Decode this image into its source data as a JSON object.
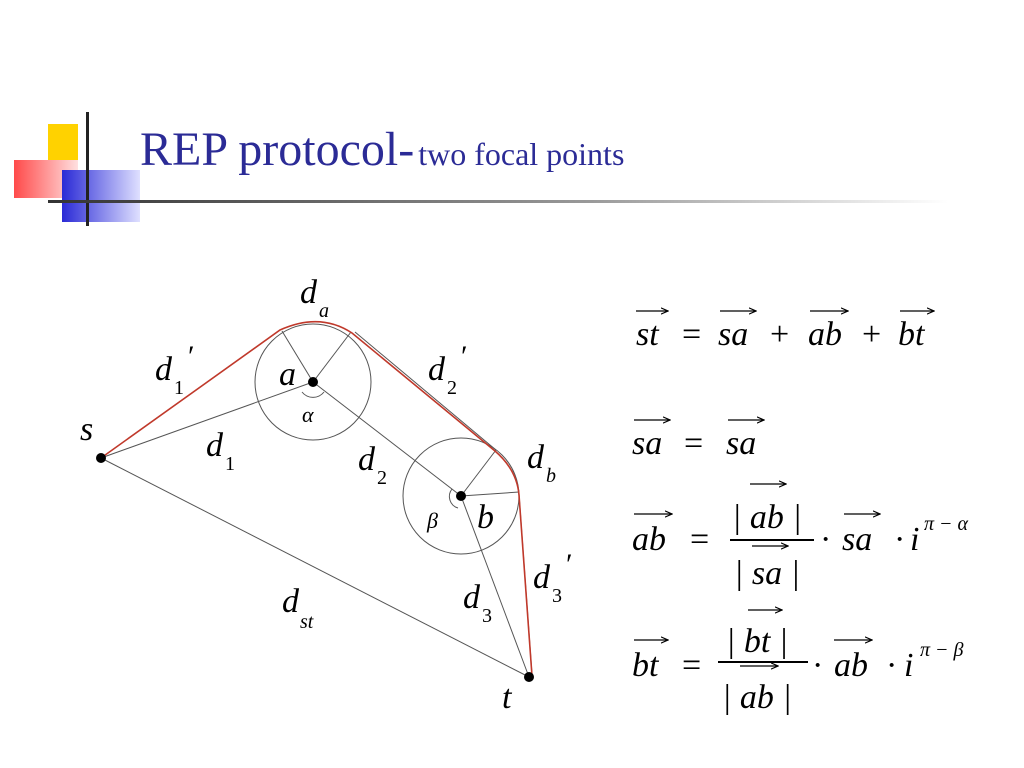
{
  "slide": {
    "title_main": "REP protocol-",
    "title_sub": "two focal points"
  },
  "diagram": {
    "labels": {
      "s": "s",
      "t": "t",
      "a": "a",
      "b": "b",
      "alpha": "α",
      "beta": "β",
      "d1": "d",
      "d1_sub": "1",
      "d2": "d",
      "d2_sub": "2",
      "d3": "d",
      "d3_sub": "3",
      "dst": "d",
      "dst_sub": "st",
      "da": "d",
      "da_sub": "a",
      "db": "d",
      "db_sub": "b",
      "d1p": "d",
      "d1p_sub": "1",
      "d1p_prime": "′",
      "d2p": "d",
      "d2p_sub": "2",
      "d2p_prime": "′",
      "d3p": "d",
      "d3p_sub": "3",
      "d3p_prime": "′"
    },
    "colors": {
      "path": "#c0392b",
      "lines": "#555555",
      "title": "#2b2b96"
    }
  },
  "equations": {
    "eq1": {
      "st": "st",
      "eq": "=",
      "sa": "sa",
      "plus1": "+",
      "ab": "ab",
      "plus2": "+",
      "bt": "bt"
    },
    "eq2": {
      "lhs": "sa",
      "eq": "=",
      "rhs": "sa"
    },
    "eq3": {
      "lhs": "ab",
      "eq": "=",
      "num": "| ab |",
      "den": "| sa |",
      "dot1": "·",
      "sa": "sa",
      "dot2": "·",
      "i": "i",
      "exp": "π − α"
    },
    "eq4": {
      "lhs": "bt",
      "eq": "=",
      "num": "| bt |",
      "den": "| ab |",
      "dot1": "·",
      "ab": "ab",
      "dot2": "·",
      "i": "i",
      "exp": "π − β"
    }
  }
}
